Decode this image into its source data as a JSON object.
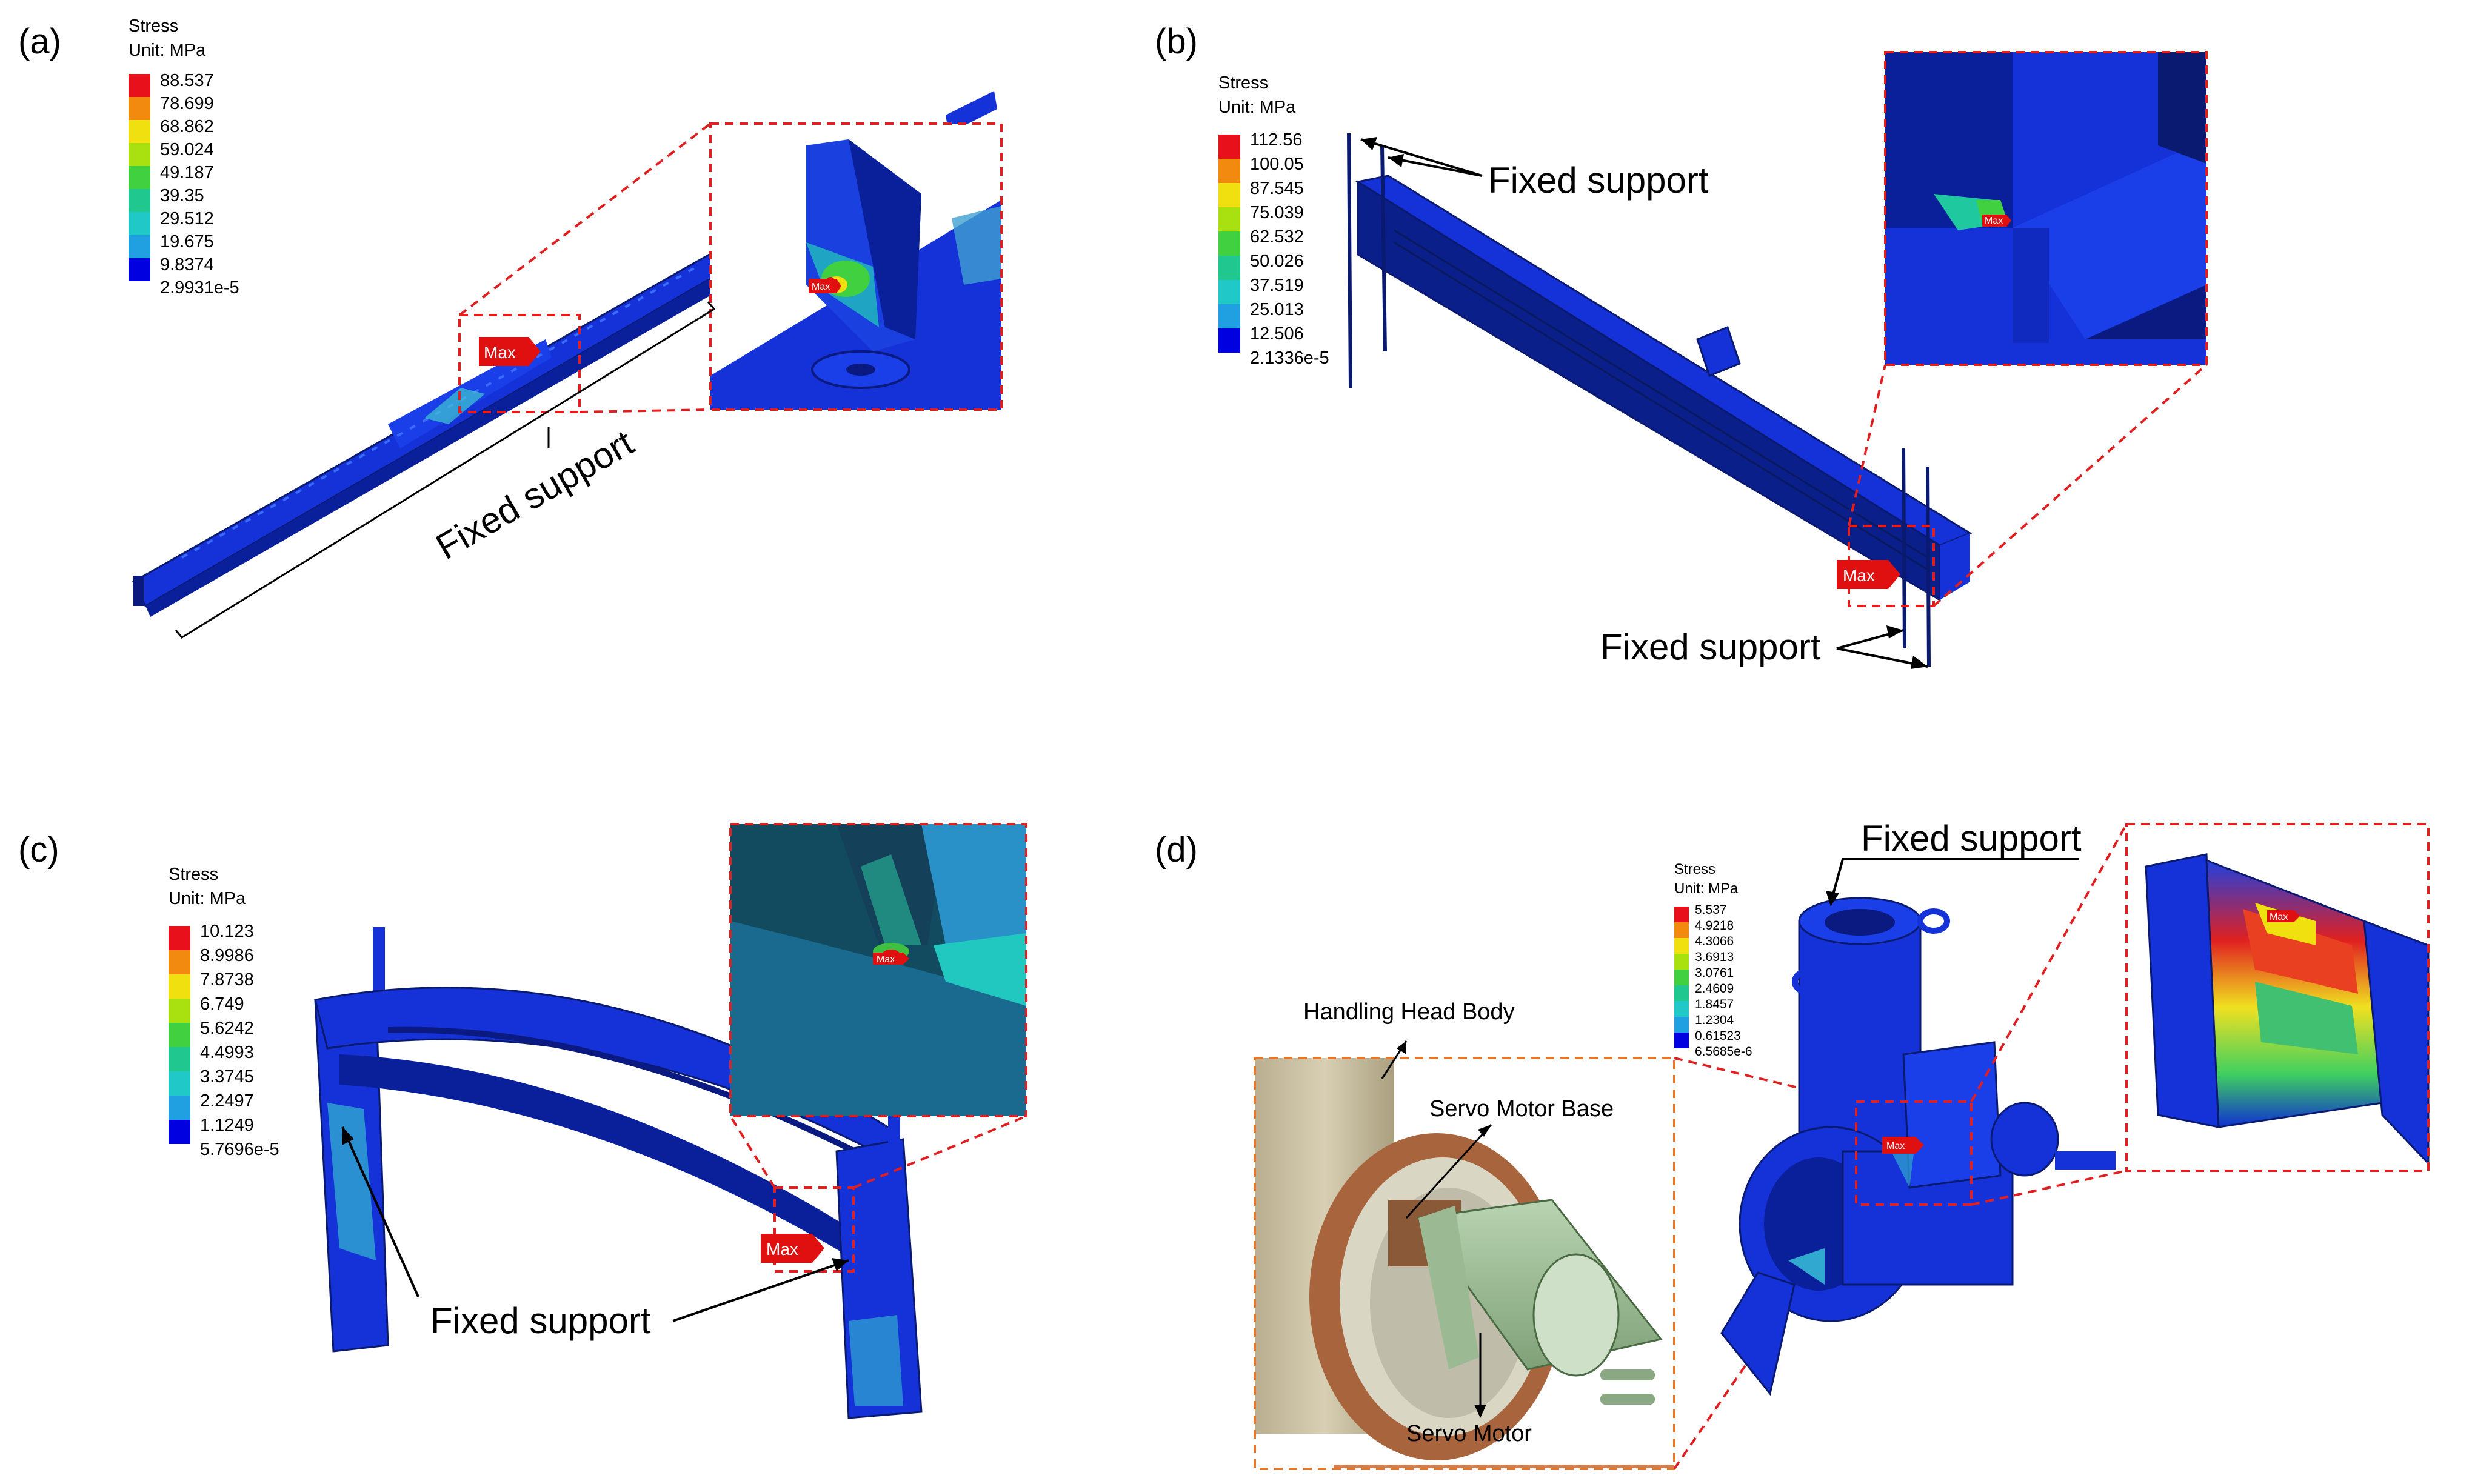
{
  "panels": [
    {
      "label": "(a)",
      "legend": {
        "title": "Stress",
        "unit": "Unit: MPa",
        "values": [
          "88.537",
          "78.699",
          "68.862",
          "59.024",
          "49.187",
          "39.35",
          "29.512",
          "19.675",
          "9.8374",
          "2.9931e-5"
        ]
      },
      "max_label": "Max",
      "annotation": "Fixed support"
    },
    {
      "label": "(b)",
      "legend": {
        "title": "Stress",
        "unit": "Unit: MPa",
        "values": [
          "112.56",
          "100.05",
          "87.545",
          "75.039",
          "62.532",
          "50.026",
          "37.519",
          "25.013",
          "12.506",
          "2.1336e-5"
        ]
      },
      "max_label": "Max",
      "annotations": [
        "Fixed support",
        "Fixed support"
      ]
    },
    {
      "label": "(c)",
      "legend": {
        "title": "Stress",
        "unit": "Unit: MPa",
        "values": [
          "10.123",
          "8.9986",
          "7.8738",
          "6.749",
          "5.6242",
          "4.4993",
          "3.3745",
          "2.2497",
          "1.1249",
          "5.7696e-5"
        ]
      },
      "max_label": "Max",
      "annotation": "Fixed support"
    },
    {
      "label": "(d)",
      "legend": {
        "title": "Stress",
        "unit": "Unit: MPa",
        "values": [
          "5.537",
          "4.9218",
          "4.3066",
          "3.6913",
          "3.0761",
          "2.4609",
          "1.8457",
          "1.2304",
          "0.61523",
          "6.5685e-6"
        ]
      },
      "max_label": "Max",
      "annotation": "Fixed support",
      "parts": [
        "Handling Head Body",
        "Servo Motor Base",
        "Servo Motor"
      ]
    }
  ],
  "colors": {
    "scale": [
      "#e8101a",
      "#f28a10",
      "#f0e010",
      "#a8e010",
      "#40d040",
      "#20c890",
      "#20c8c8",
      "#20a0e0",
      "#0000e0"
    ],
    "model": "#1432d8",
    "inset_border": "#e02020",
    "d_inset_border": "#e07830"
  }
}
